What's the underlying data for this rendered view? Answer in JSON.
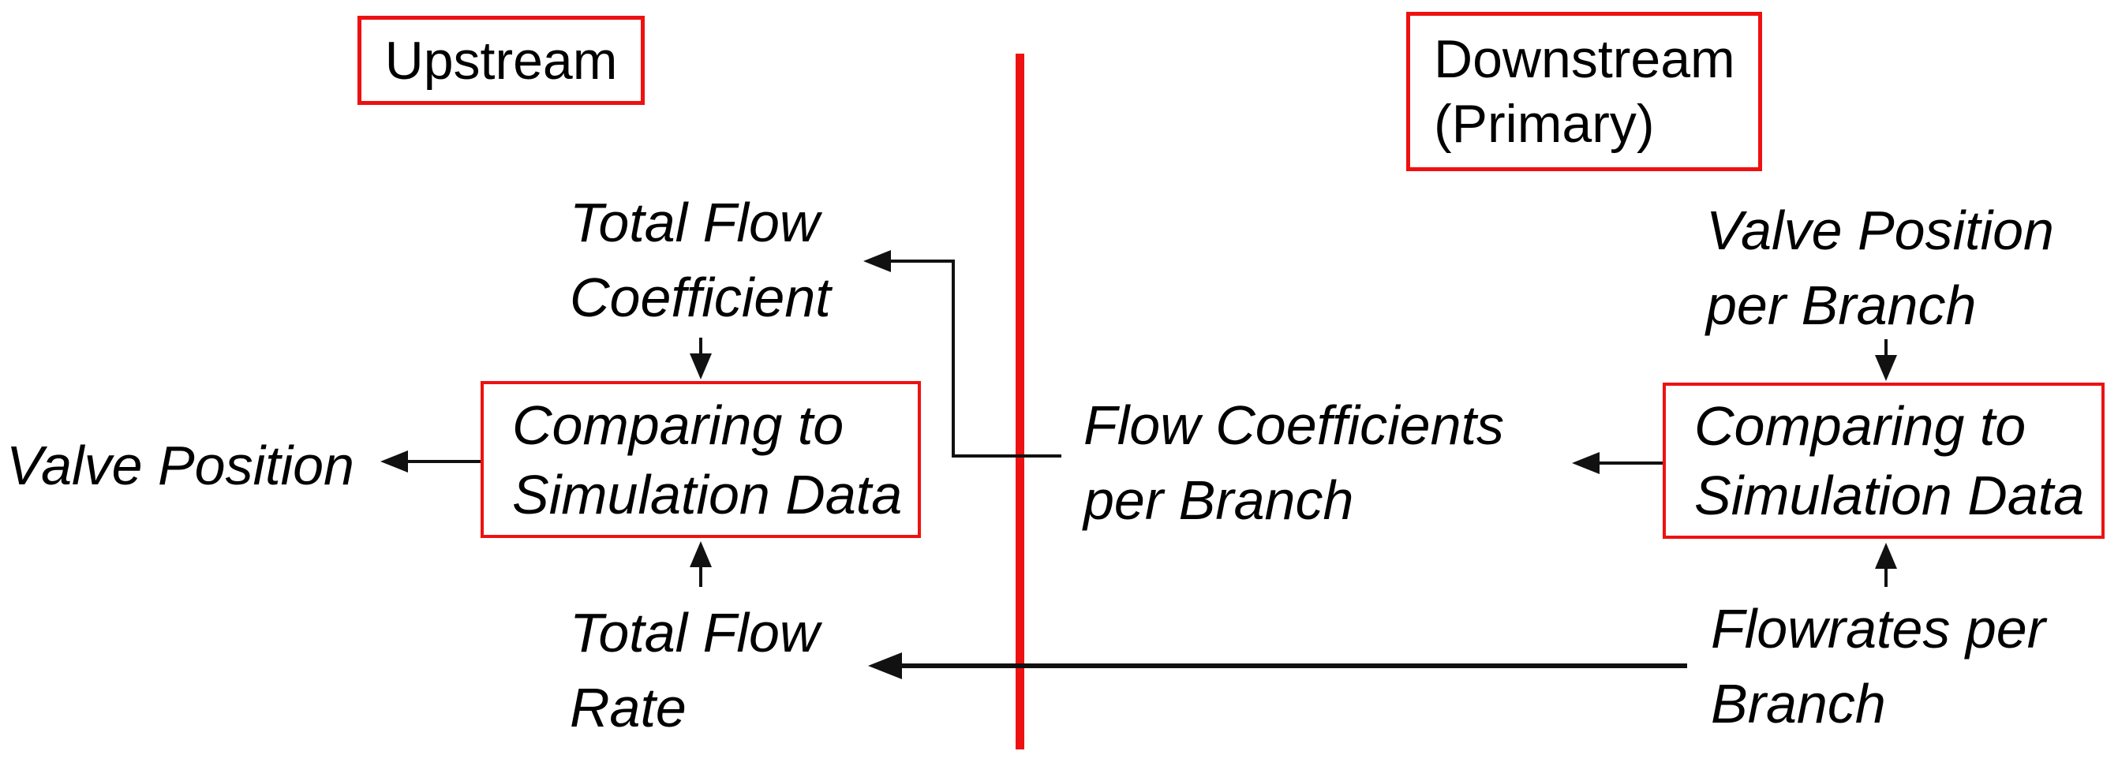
{
  "colors": {
    "accent_red": "#ee1111",
    "line_black": "#111111",
    "text": "#000000",
    "background": "#ffffff"
  },
  "headers": {
    "upstream": "Upstream",
    "downstream": "Downstream\n(Primary)"
  },
  "labels": {
    "total_flow_coefficient": "Total Flow\nCoefficient",
    "comparing_left": "Comparing to\nSimulation Data",
    "valve_position": "Valve Position",
    "total_flow_rate": "Total Flow\nRate",
    "flow_coefficients_per_branch": "Flow Coefficients\nper Branch",
    "valve_position_per_branch": "Valve Position\nper Branch",
    "comparing_right": "Comparing to\nSimulation Data",
    "flowrates_per_branch": "Flowrates per\nBranch"
  },
  "connections": [
    {
      "from": "flow_coefficients_per_branch",
      "to": "total_flow_coefficient"
    },
    {
      "from": "total_flow_coefficient",
      "to": "comparing_left"
    },
    {
      "from": "comparing_left",
      "to": "valve_position"
    },
    {
      "from": "total_flow_rate",
      "to": "comparing_left"
    },
    {
      "from": "valve_position_per_branch",
      "to": "comparing_right"
    },
    {
      "from": "comparing_right",
      "to": "flow_coefficients_per_branch"
    },
    {
      "from": "flowrates_per_branch",
      "to": "comparing_right"
    },
    {
      "from": "flowrates_per_branch",
      "to": "total_flow_rate"
    }
  ]
}
